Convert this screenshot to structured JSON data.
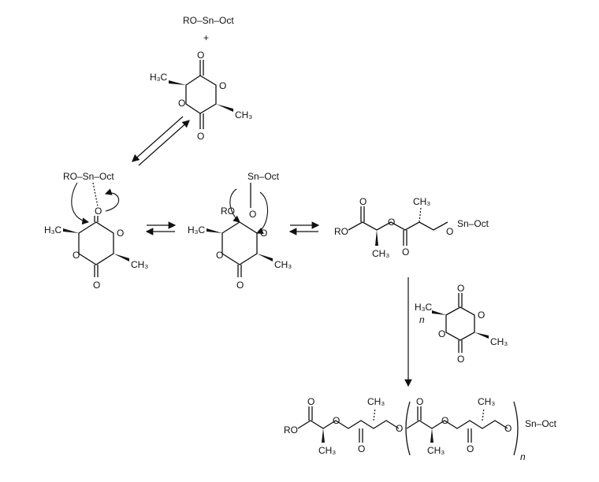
{
  "labels": {
    "ro_sn_oct": "RO–Sn–Oct",
    "plus": "+",
    "sn_oct": "Sn–Oct",
    "ro_sn": "RO–Sn–Oct",
    "o": "O",
    "ro": "RO",
    "h3c": "H₃C",
    "ch3": "CH₃",
    "n": "n"
  }
}
